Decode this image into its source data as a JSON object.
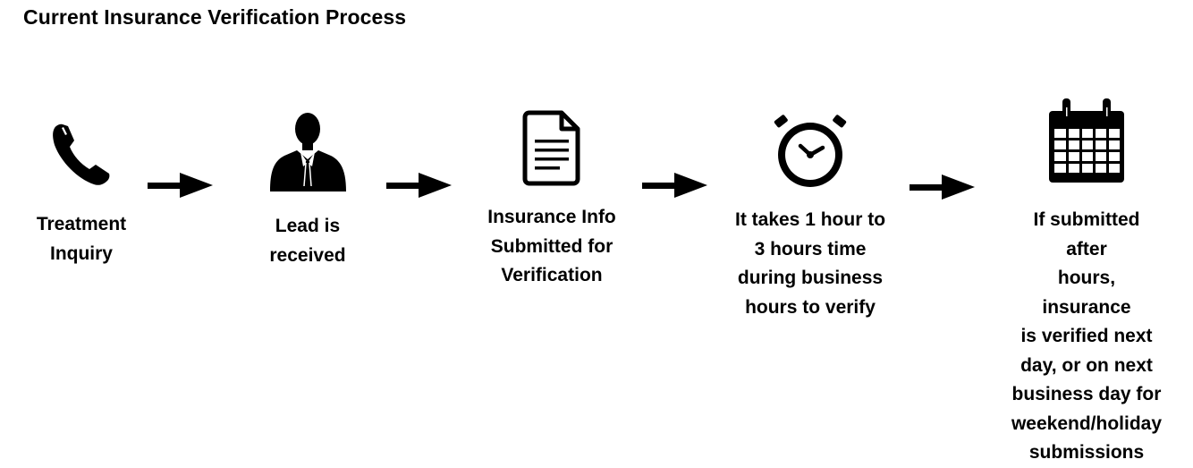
{
  "title": "Current Insurance Verification Process",
  "steps": [
    {
      "icon": "phone-icon",
      "label": "Treatment\nInquiry"
    },
    {
      "icon": "person-icon",
      "label": "Lead is\nreceived"
    },
    {
      "icon": "document-icon",
      "label": "Insurance Info\nSubmitted for\nVerification"
    },
    {
      "icon": "stopwatch-icon",
      "label": "It takes 1 hour to\n3 hours time\nduring business\nhours to verify"
    },
    {
      "icon": "calendar-icon",
      "label": "If submitted after\nhours, insurance\nis verified next\nday, or on next\nbusiness day for\nweekend/holiday\nsubmissions"
    }
  ],
  "colors": {
    "ink": "#000000",
    "background": "#ffffff"
  }
}
